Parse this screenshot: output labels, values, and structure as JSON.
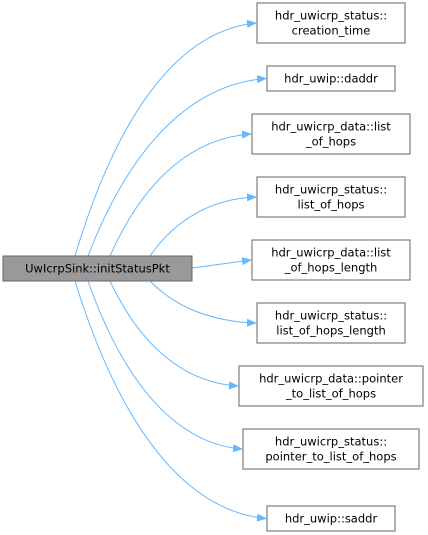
{
  "colors": {
    "source_fill": "#999999",
    "source_stroke": "#666666",
    "target_fill": "#ffffff",
    "target_stroke": "#666666",
    "edge": "#63b8ff"
  },
  "source": {
    "lines": [
      "UwIcrpSink::initStatusPkt"
    ]
  },
  "targets": [
    {
      "lines": [
        "hdr_uwicrp_status::",
        "creation_time"
      ]
    },
    {
      "lines": [
        "hdr_uwip::daddr"
      ]
    },
    {
      "lines": [
        "hdr_uwicrp_data::list",
        "_of_hops"
      ]
    },
    {
      "lines": [
        "hdr_uwicrp_status::",
        "list_of_hops"
      ]
    },
    {
      "lines": [
        "hdr_uwicrp_data::list",
        "_of_hops_length"
      ]
    },
    {
      "lines": [
        "hdr_uwicrp_status::",
        "list_of_hops_length"
      ]
    },
    {
      "lines": [
        "hdr_uwicrp_data::pointer",
        "_to_list_of_hops"
      ]
    },
    {
      "lines": [
        "hdr_uwicrp_status::",
        "pointer_to_list_of_hops"
      ]
    },
    {
      "lines": [
        "hdr_uwip::saddr"
      ]
    }
  ]
}
